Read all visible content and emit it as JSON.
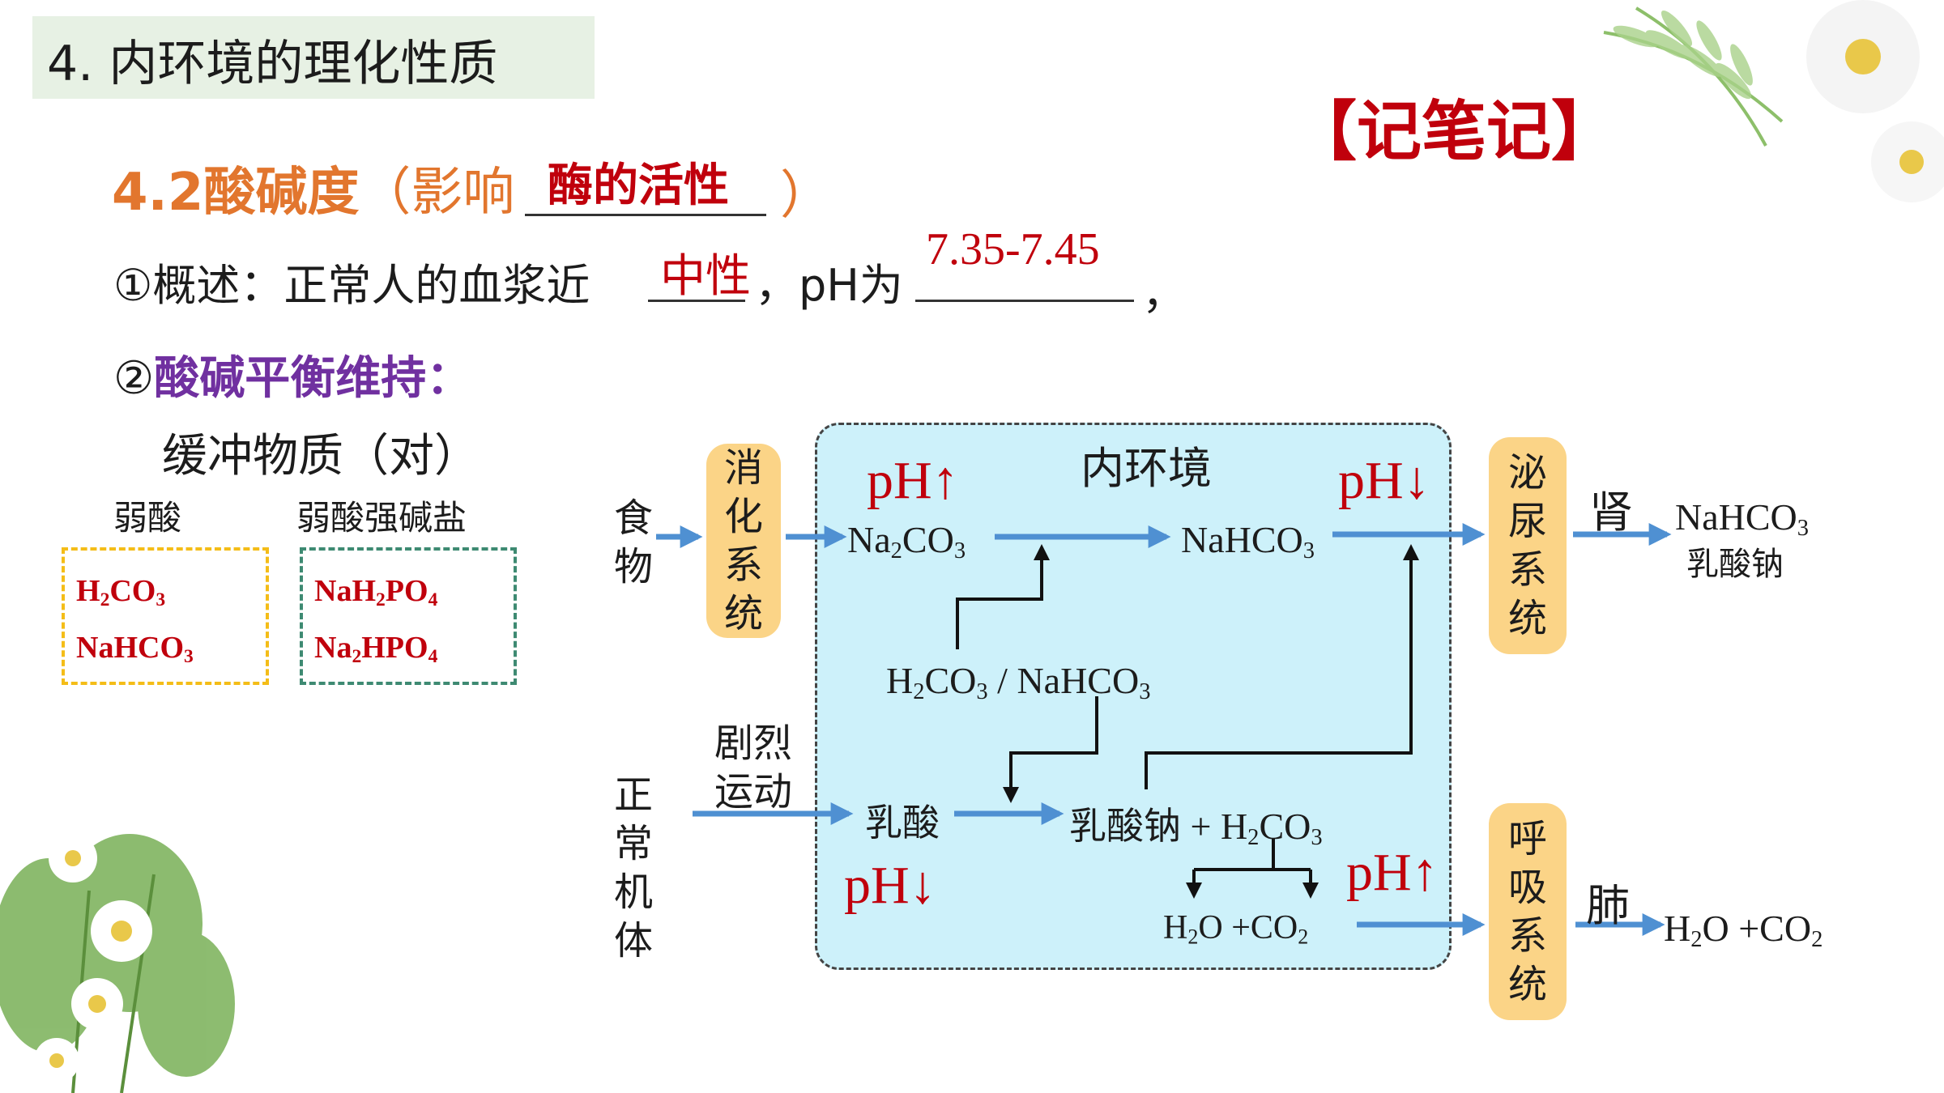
{
  "header": {
    "title": "4. 内环境的理化性质",
    "note": "【记笔记】"
  },
  "section": {
    "heading_prefix": "4.2酸碱度",
    "paren_open": "（影响",
    "heading_answer": "酶的活性",
    "paren_close": "）",
    "point1_prefix": "①概述：正常人的血浆近",
    "point1_answer": "中性",
    "point1_mid": "，pH为",
    "point1_ph": "7.35-7.45",
    "point1_end": "，",
    "point2_circle": "②",
    "point2_label": "酸碱平衡维持：",
    "buffer_label": "缓冲物质（对）",
    "weak_acid_label": "弱酸",
    "weak_salt_label": "弱酸强碱盐"
  },
  "diagram": {
    "env_title": "内环境",
    "food_label": [
      "食",
      "物"
    ],
    "digestive_system": [
      "消",
      "化",
      "系",
      "统"
    ],
    "urinary_system": [
      "泌",
      "尿",
      "系",
      "统"
    ],
    "respiratory_system": [
      "呼",
      "吸",
      "系",
      "统"
    ],
    "body_label": [
      "正",
      "常",
      "机",
      "体"
    ],
    "exercise_label": [
      "剧烈",
      "运动"
    ],
    "kidney_label": "肾",
    "lung_label": "肺",
    "lactic_acid": "乳酸",
    "sodium_lactate": "乳酸钠",
    "sodium_lactate_output": "乳酸钠",
    "ph_up": "pH↑",
    "ph_down": "pH↓"
  },
  "colors": {
    "title_bg": "#e7f1e4",
    "accent_red": "#c0000c",
    "orange": "#e2762e",
    "purple": "#7030a0",
    "env_bg": "#cdf1fa",
    "system_box": "#fbd487",
    "arrow_blue": "#4f90d2",
    "yellow_dash": "#f4bd18",
    "green_dash": "#3e8a72"
  }
}
